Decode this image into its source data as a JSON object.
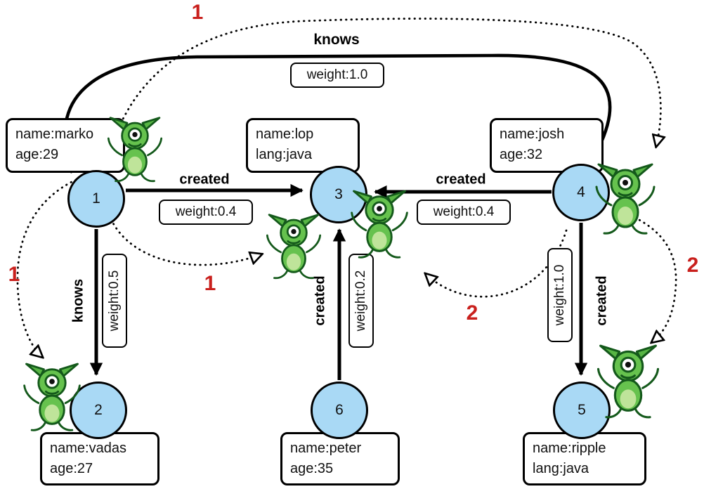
{
  "diagram": {
    "type": "property-graph",
    "vertices": {
      "v1": {
        "id": "1",
        "prop1": "name:marko",
        "prop2": "age:29"
      },
      "v2": {
        "id": "2",
        "prop1": "name:vadas",
        "prop2": "age:27"
      },
      "v3": {
        "id": "3",
        "prop1": "name:lop",
        "prop2": "lang:java"
      },
      "v4": {
        "id": "4",
        "prop1": "name:josh",
        "prop2": "age:32"
      },
      "v5": {
        "id": "5",
        "prop1": "name:ripple",
        "prop2": "lang:java"
      },
      "v6": {
        "id": "6",
        "prop1": "name:peter",
        "prop2": "age:35"
      }
    },
    "edges": {
      "knows_1_4": {
        "label": "knows",
        "weight": "weight:1.0",
        "from": "1",
        "to": "4"
      },
      "created_1_3": {
        "label": "created",
        "weight": "weight:0.4",
        "from": "1",
        "to": "3"
      },
      "created_4_3": {
        "label": "created",
        "weight": "weight:0.4",
        "from": "4",
        "to": "3"
      },
      "knows_1_2": {
        "label": "knows",
        "weight": "weight:0.5",
        "from": "1",
        "to": "2"
      },
      "created_6_3": {
        "label": "created",
        "weight": "weight:0.2",
        "from": "6",
        "to": "3"
      },
      "created_4_5": {
        "label": "created",
        "weight": "weight:1.0",
        "from": "4",
        "to": "5"
      }
    },
    "traversal_markers": {
      "top": "1",
      "left": "1",
      "center": "1",
      "center_right": "2",
      "right": "2"
    },
    "colors": {
      "vertex_fill": "#a9d9f5",
      "edge_black": "#000000",
      "marker_red": "#c9201d",
      "gremlin_green": "#66c24e"
    },
    "icons": {
      "mascot": "gremlin-mascot"
    }
  }
}
